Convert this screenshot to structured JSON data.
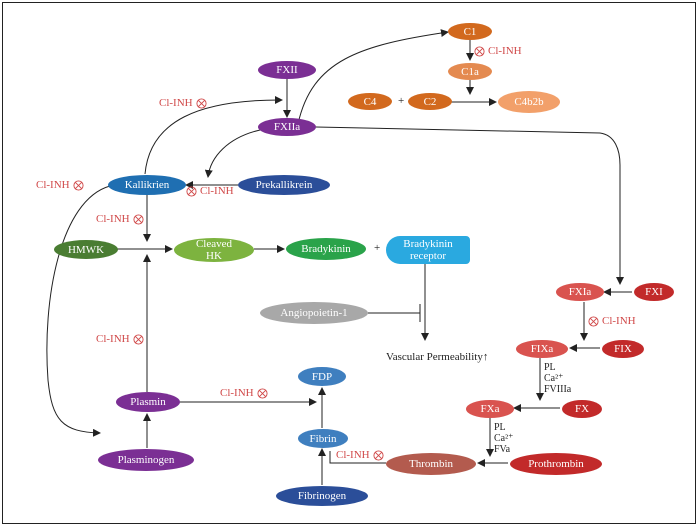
{
  "nodes": {
    "c1": "C1",
    "c1a": "C1a",
    "c4": "C4",
    "c2": "C2",
    "c4b2b": "C4b2b",
    "fxii": "FXII",
    "fxiia": "FXIIa",
    "kallikrien": "Kallikrien",
    "prekallikrein": "Prekallikrein",
    "hmwk": "HMWK",
    "cleaved_hk_1": "Cleaved",
    "cleaved_hk_2": "HK",
    "bradykinin": "Bradykinin",
    "bk_receptor_1": "Bradykinin",
    "bk_receptor_2": "receptor",
    "angiopoietin": "Angiopoietin-1",
    "fxia": "FXIa",
    "fxi": "FXI",
    "fixa": "FIXa",
    "fix": "FIX",
    "fxa": "FXa",
    "fx": "FX",
    "thrombin": "Thrombin",
    "prothrombin": "Prothrombin",
    "plasmin": "Plasmin",
    "plasminogen": "Plasminogen",
    "fdp": "FDP",
    "fibrin": "Fibrin",
    "fibrinogen": "Fibrinogen"
  },
  "labels": {
    "plus": "+",
    "vascular": "Vascular Permeability↑",
    "cl_inh": "Cl-INH",
    "cofactor_ix": [
      "PL",
      "Ca²⁺",
      "FVIIIa"
    ],
    "cofactor_x": [
      "PL",
      "Ca²⁺",
      "FVa"
    ]
  },
  "colors": {
    "purple": "#7b2f94",
    "orange": "#d2691e",
    "light_orange": "#f2a06a",
    "blue": "#1f6fb2",
    "navy": "#2b4e99",
    "dark_green": "#4a7d32",
    "green": "#7db33f",
    "bright_green": "#2aa34a",
    "cyan": "#2aa9e0",
    "gray": "#a8a8a8",
    "red": "#c22a2a",
    "light_red": "#d9534f",
    "brown": "#b35b4e",
    "steel_blue": "#3f7fbf",
    "inhibitor": "#d04848"
  }
}
